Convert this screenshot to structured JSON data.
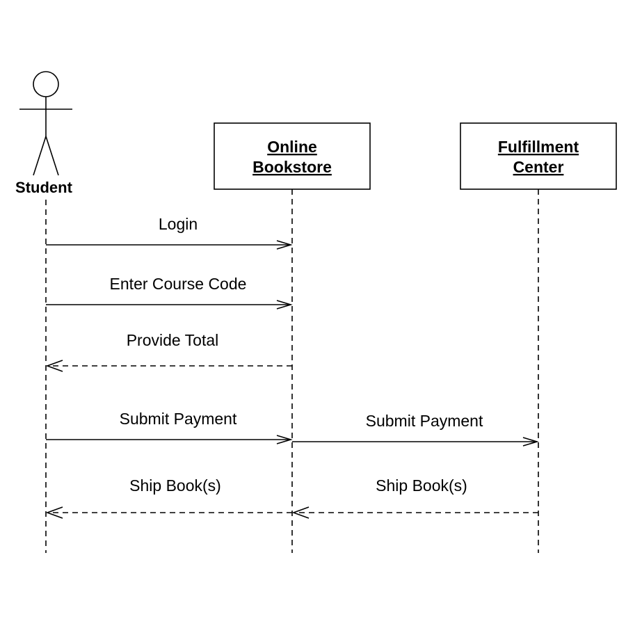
{
  "actor": {
    "label": "Student"
  },
  "objects": [
    {
      "lines": [
        "Online",
        "Bookstore"
      ]
    },
    {
      "lines": [
        "Fulfillment",
        "Center"
      ]
    }
  ],
  "messages": [
    {
      "label": "Login",
      "kind": "sync"
    },
    {
      "label": "Enter Course Code",
      "kind": "sync"
    },
    {
      "label": "Provide Total",
      "kind": "return"
    },
    {
      "label": "Submit Payment",
      "kind": "sync"
    },
    {
      "label": "Submit Payment",
      "kind": "sync"
    },
    {
      "label": "Ship Book(s)",
      "kind": "return"
    },
    {
      "label": "Ship Book(s)",
      "kind": "return"
    }
  ],
  "colors": {
    "stroke": "#000000",
    "background": "#ffffff"
  }
}
